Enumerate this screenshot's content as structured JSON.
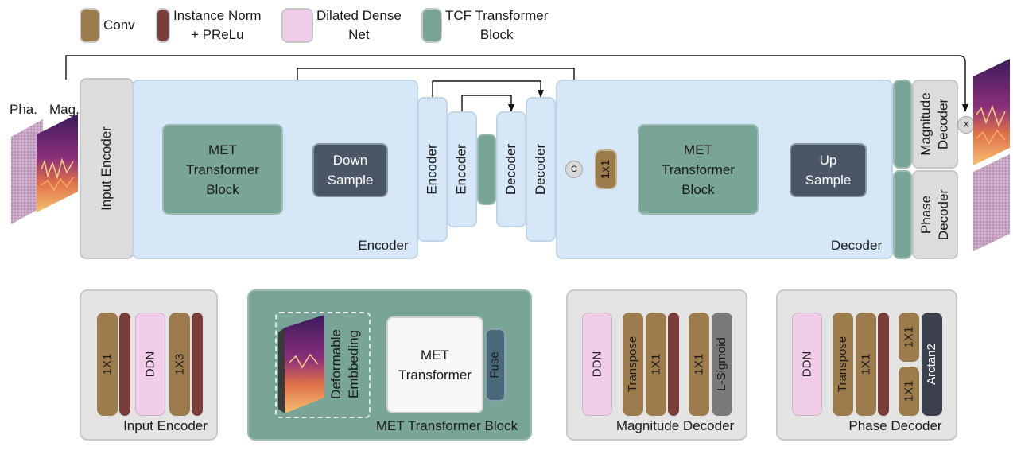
{
  "legend": {
    "conv": "Conv",
    "norm_line1": "Instance Norm",
    "norm_line2": "+ PReLu",
    "ddn_line1": "Dilated Dense",
    "ddn_line2": "Net",
    "tcf_line1": "TCF Transformer",
    "tcf_line2": "Block"
  },
  "inputs": {
    "pha": "Pha.",
    "mag": "Mag."
  },
  "main": {
    "input_encoder": "Input Encoder",
    "met_block": [
      "MET",
      "Transformer",
      "Block"
    ],
    "down_sample": [
      "Down",
      "Sample"
    ],
    "encoder_label": "Encoder",
    "enc1": "Encoder",
    "enc2": "Encoder",
    "dec1": "Decoder",
    "dec2": "Decoder",
    "concat": "C",
    "conv1x1": "1x1",
    "met_block2": [
      "MET",
      "Transformer",
      "Block"
    ],
    "up_sample": [
      "Up",
      "Sample"
    ],
    "decoder_label": "Decoder",
    "magnitude_decoder": [
      "Magnitude",
      "Decoder"
    ],
    "phase_decoder": [
      "Phase",
      "Decoder"
    ],
    "multiply": "X"
  },
  "detail": {
    "input_encoder": {
      "conv1": "1X1",
      "ddn": "DDN",
      "conv3": "1X3",
      "caption": "Input Encoder"
    },
    "met_block": {
      "deformable": [
        "Deformable",
        "Embbeding"
      ],
      "met_transformer": [
        "MET",
        "Transformer"
      ],
      "fuse": "Fuse",
      "caption": "MET Transformer Block"
    },
    "magnitude_decoder": {
      "ddn": "DDN",
      "transpose": "Transpose",
      "conv1": "1X1",
      "conv2": "1X1",
      "lsig": "L-Sigmoid",
      "caption": "Magnitude Decoder"
    },
    "phase_decoder": {
      "ddn": "DDN",
      "transpose": "Transpose",
      "conv1": "1X1",
      "conv_top": "1X1",
      "conv_bot": "1X1",
      "arctan": "Arctan2",
      "caption": "Phase Decoder"
    }
  },
  "colors": {
    "conv": "#9c7c4c",
    "norm": "#7a3e3a",
    "ddn": "#f1cde9",
    "tcf": "#78a597",
    "encoder_bg": "#d6e8f7",
    "met_block": "#78a597",
    "sample_box": "#4a5566",
    "panel": "#e4e4e4"
  }
}
